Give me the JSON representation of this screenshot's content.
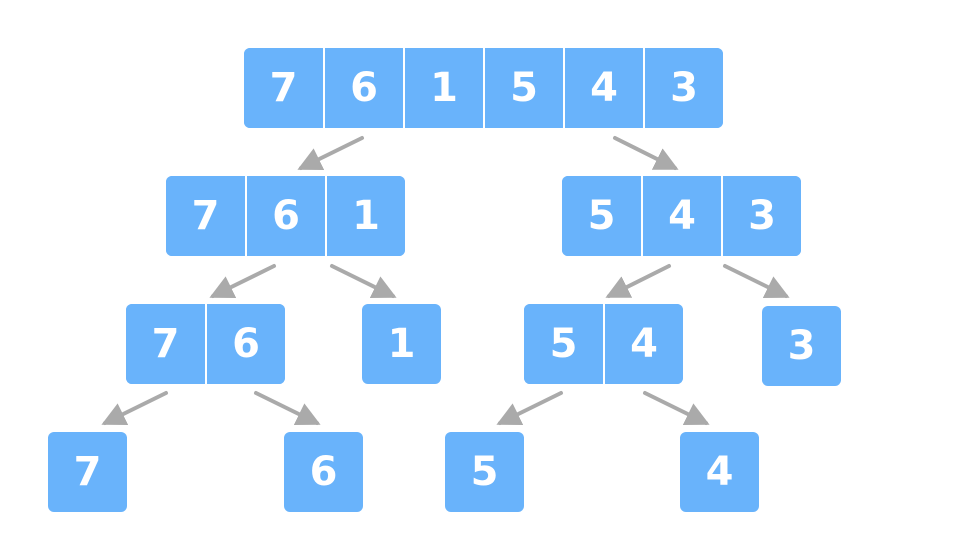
{
  "colors": {
    "box": "#69b3fb",
    "arrow": "#aaaaaa",
    "text": "#ffffff",
    "divider": "#ffffff"
  },
  "tree": {
    "root": [
      "7",
      "6",
      "1",
      "5",
      "4",
      "3"
    ],
    "level1": {
      "left": [
        "7",
        "6",
        "1"
      ],
      "right": [
        "5",
        "4",
        "3"
      ]
    },
    "level2": {
      "a": [
        "7",
        "6"
      ],
      "b": [
        "1"
      ],
      "c": [
        "5",
        "4"
      ],
      "d": [
        "3"
      ]
    },
    "level3": {
      "a": [
        "7"
      ],
      "b": [
        "6"
      ],
      "c": [
        "5"
      ],
      "d": [
        "4"
      ]
    }
  }
}
